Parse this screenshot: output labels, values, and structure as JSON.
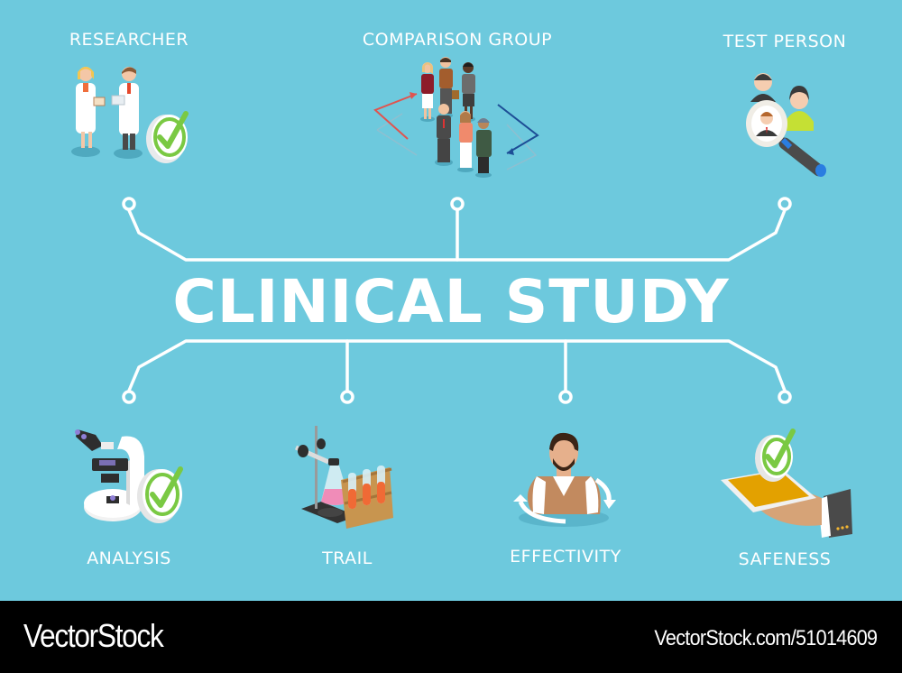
{
  "diagram": {
    "title": "CLINICAL STUDY",
    "background_color": "#6dc9dd",
    "line_color": "#ffffff",
    "top_nodes": [
      {
        "label": "RESEARCHER",
        "illustration": "two-doctors-with-checkmark-icon"
      },
      {
        "label": "COMPARISON GROUP",
        "illustration": "group-of-people-with-arrows-icon"
      },
      {
        "label": "TEST PERSON",
        "illustration": "magnifier-over-people-icon"
      }
    ],
    "bottom_nodes": [
      {
        "label": "ANALYSIS",
        "illustration": "microscope-with-checkmark-icon"
      },
      {
        "label": "TRAIL",
        "illustration": "lab-stand-flask-test-tubes-icon"
      },
      {
        "label": "EFFECTIVITY",
        "illustration": "man-with-circular-arrows-icon"
      },
      {
        "label": "SAFENESS",
        "illustration": "hand-holding-phone-with-checkmark-icon"
      }
    ]
  },
  "footer": {
    "brand": "VectorStock",
    "image_id": "VectorStock.com/51014609"
  }
}
